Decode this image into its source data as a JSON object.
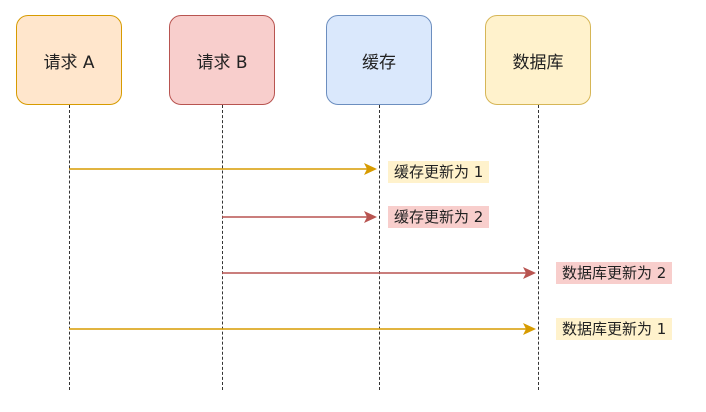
{
  "actors": [
    {
      "label": "请求 A",
      "fill": "#ffe6cc",
      "stroke": "#d79b00"
    },
    {
      "label": "请求 B",
      "fill": "#f8cecc",
      "stroke": "#b85450"
    },
    {
      "label": "缓存",
      "fill": "#dae8fc",
      "stroke": "#6c8ebf"
    },
    {
      "label": "数据库",
      "fill": "#fff2cc",
      "stroke": "#d6b656"
    }
  ],
  "messages": [
    {
      "label": "缓存更新为 1",
      "color": "#d79b00",
      "label_bg": "#fff2cc"
    },
    {
      "label": "缓存更新为 2",
      "color": "#b85450",
      "label_bg": "#f8cecc"
    },
    {
      "label": "数据库更新为 2",
      "color": "#b85450",
      "label_bg": "#f8cecc"
    },
    {
      "label": "数据库更新为 1",
      "color": "#d79b00",
      "label_bg": "#fff2cc"
    }
  ]
}
